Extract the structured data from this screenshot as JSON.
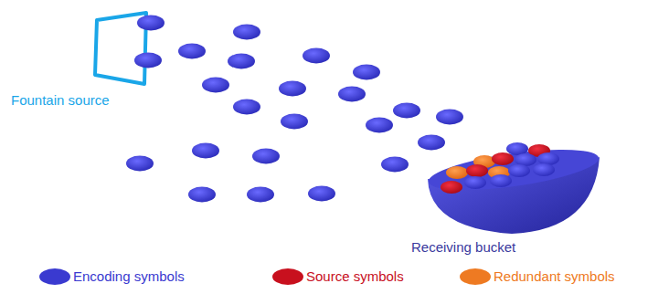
{
  "diagram": {
    "labels": [
      "Fountain source",
      "Receiving bucket"
    ],
    "legend": [
      {
        "text": "Encoding symbols",
        "color": "#3a3ad0"
      },
      {
        "text": "Source symbols",
        "color": "#c8101e"
      },
      {
        "text": "Redundant symbols",
        "color": "#ee7a22"
      }
    ]
  }
}
